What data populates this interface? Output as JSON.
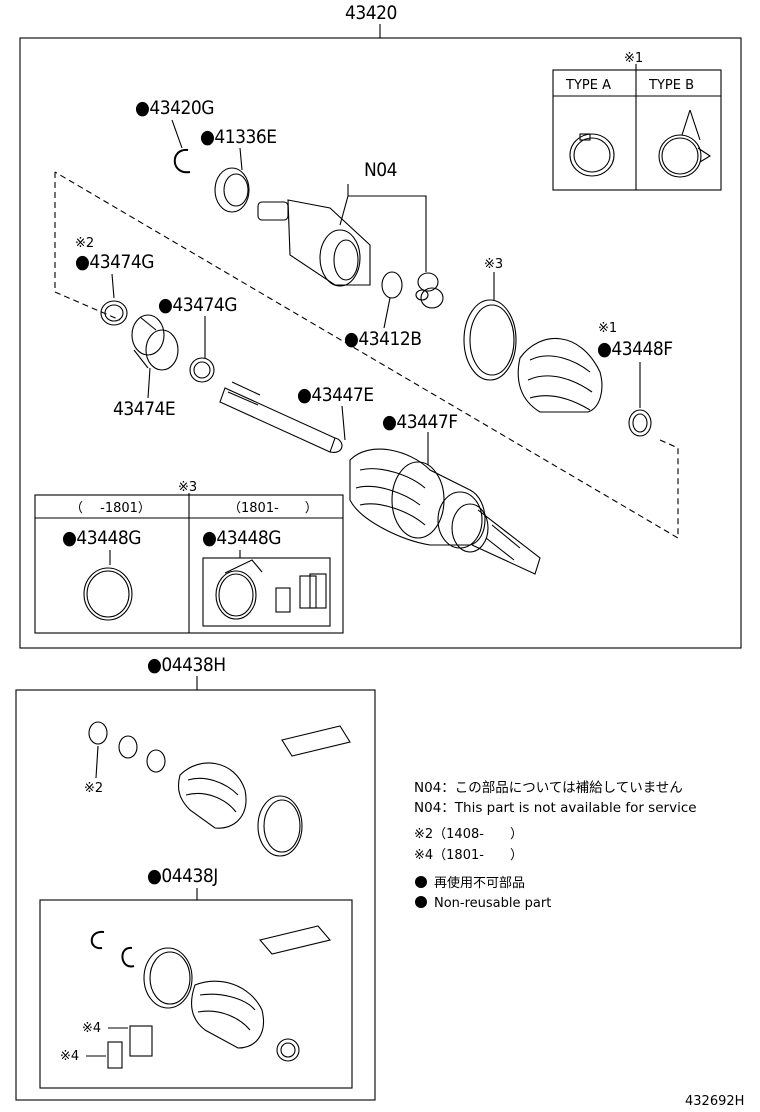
{
  "diagram_id": "432692H",
  "assembly_number": "43420",
  "type_box": {
    "header": "※1",
    "type_a": "TYPE A",
    "type_b": "TYPE B"
  },
  "parts": {
    "p43420G": "●43420G",
    "p41336E": "●41336E",
    "n04": "N04",
    "mark2": "※2",
    "p43474G_a": "●43474G",
    "p43474G_b": "●43474G",
    "p43474E": "43474E",
    "p43412B": "●43412B",
    "mark3": "※3",
    "mark1": "※1",
    "p43448F": "●43448F",
    "p43447E": "●43447E",
    "p43447F": "●43447F"
  },
  "sub_box": {
    "header": "※3",
    "left_range": "（　 -1801）",
    "right_range": "（1801-　　）",
    "left_part": "●43448G",
    "right_part": "●43448G"
  },
  "kit_h": {
    "part": "●04438H",
    "mark": "※2"
  },
  "kit_j": {
    "part": "●04438J",
    "mark_a": "※4",
    "mark_b": "※4"
  },
  "notes": {
    "n04_jp": "N04：この部品については補給していません",
    "n04_en": "N04：This part is not available for service",
    "m2": "※2（1408-　　）",
    "m4": "※4（1801-　　）",
    "legend_jp": "再使用不可部品",
    "legend_en": "Non-reusable part"
  }
}
